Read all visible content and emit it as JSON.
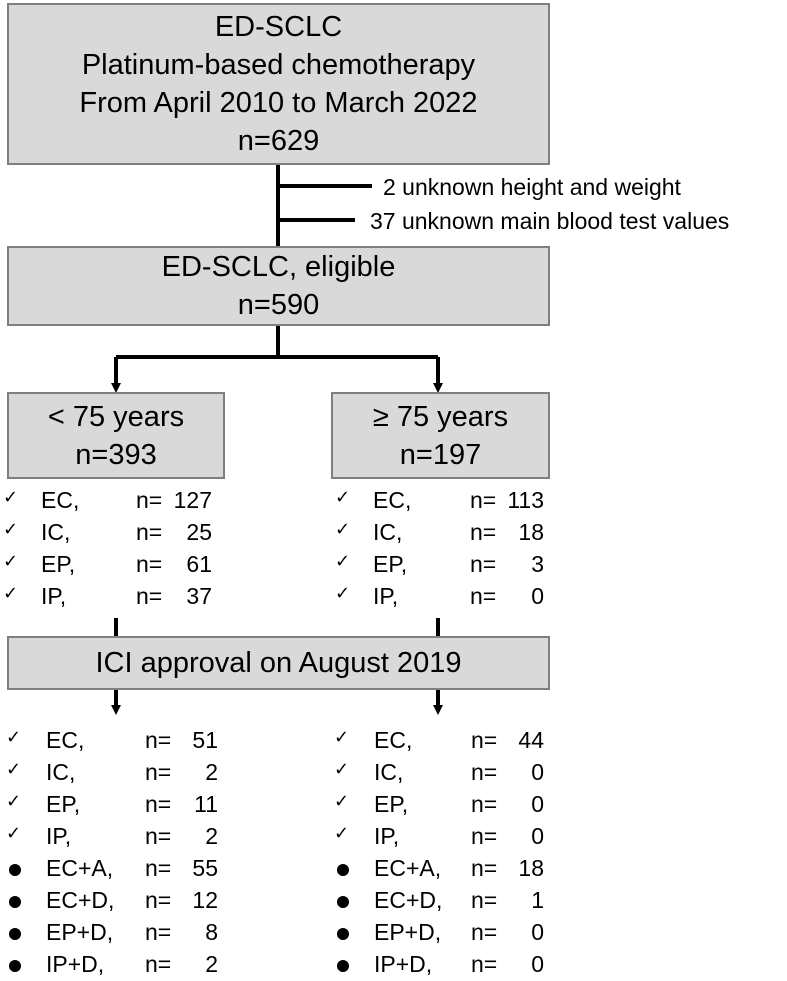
{
  "top_box": {
    "lines": [
      "ED-SCLC",
      "Platinum-based chemotherapy",
      "From April 2010 to March 2022",
      "n=629"
    ]
  },
  "exclusions": [
    "2 unknown height and weight",
    "37 unknown main blood test values"
  ],
  "eligible_box": {
    "lines": [
      "ED-SCLC, eligible",
      "n=590"
    ]
  },
  "left_group": {
    "lines": [
      "< 75 years",
      "n=393"
    ]
  },
  "right_group": {
    "lines": [
      "≥ 75 years",
      "n=197"
    ]
  },
  "check_mark": "✓",
  "before_left": [
    {
      "regimen": "EC,",
      "n": "127"
    },
    {
      "regimen": "IC,",
      "n": "25"
    },
    {
      "regimen": "EP,",
      "n": "61"
    },
    {
      "regimen": "IP,",
      "n": "37"
    }
  ],
  "before_right": [
    {
      "regimen": "EC,",
      "n": "113"
    },
    {
      "regimen": "IC,",
      "n": "18"
    },
    {
      "regimen": "EP,",
      "n": "3"
    },
    {
      "regimen": "IP,",
      "n": "0"
    }
  ],
  "ici_box": {
    "text": "ICI approval on August 2019"
  },
  "after_left": [
    {
      "marker": "check",
      "regimen": "EC,",
      "n": "51"
    },
    {
      "marker": "check",
      "regimen": "IC,",
      "n": "2"
    },
    {
      "marker": "check",
      "regimen": "EP,",
      "n": "11"
    },
    {
      "marker": "check",
      "regimen": "IP,",
      "n": "2"
    },
    {
      "marker": "dot",
      "regimen": "EC+A,",
      "n": "55"
    },
    {
      "marker": "dot",
      "regimen": "EC+D,",
      "n": "12"
    },
    {
      "marker": "dot",
      "regimen": "EP+D,",
      "n": "8"
    },
    {
      "marker": "dot",
      "regimen": "IP+D,",
      "n": "2"
    }
  ],
  "after_right": [
    {
      "marker": "check",
      "regimen": "EC,",
      "n": "44"
    },
    {
      "marker": "check",
      "regimen": "IC,",
      "n": "0"
    },
    {
      "marker": "check",
      "regimen": "EP,",
      "n": "0"
    },
    {
      "marker": "check",
      "regimen": "IP,",
      "n": "0"
    },
    {
      "marker": "dot",
      "regimen": "EC+A,",
      "n": "18"
    },
    {
      "marker": "dot",
      "regimen": "EC+D,",
      "n": "1"
    },
    {
      "marker": "dot",
      "regimen": "EP+D,",
      "n": "0"
    },
    {
      "marker": "dot",
      "regimen": "IP+D,",
      "n": "0"
    }
  ],
  "n_prefix": "n="
}
